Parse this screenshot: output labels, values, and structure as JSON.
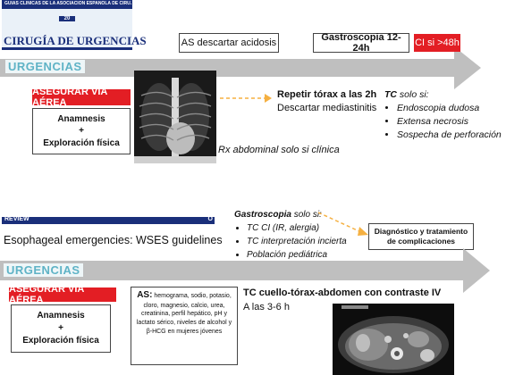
{
  "colors": {
    "red": "#e31e24",
    "arrow_gray": "#bfbfbf",
    "urgencias_teal": "#5fb3c6",
    "navy": "#1a2f7a"
  },
  "top": {
    "journal_header": "GUÍAS CLÍNICAS DE LA ASOCIACIÓN ESPAÑOLA DE CIRUJANOS",
    "journal_number": "20",
    "journal_title": "CIRUGÍA DE URGENCIAS",
    "as_box": "AS descartar acidosis",
    "gastro_box": "Gastroscopia 12-24h",
    "ci_badge": "CI si >48h",
    "urgencias": "URGENCIAS",
    "airway": "ASEGURAR VÍA AÉREA",
    "anamnesis": {
      "line1": "Anamnesis",
      "line2": "+",
      "line3": "Exploración física"
    },
    "repeat_title": "Repetir tórax a las 2h",
    "repeat_sub": "Descartar mediastinitis",
    "rx_note": "Rx abdominal solo si clínica",
    "tc_title_bold": "TC",
    "tc_title_rest": " solo si:",
    "tc_items": [
      "Endoscopia dudosa",
      "Extensa necrosis",
      "Sospecha de perforación"
    ]
  },
  "bottom": {
    "review_label": "REVIEW",
    "review_suffix": "O",
    "guideline_title": "Esophageal emergencies: WSES guidelines",
    "gastro_title_bold": "Gastroscopia",
    "gastro_title_rest": " solo si:",
    "gastro_items": [
      "TC CI (IR, alergia)",
      "TC interpretación incierta",
      "Población pediátrica"
    ],
    "dx_box": "Diagnóstico y tratamiento de complicaciones",
    "urgencias": "URGENCIAS",
    "airway": "ASEGURAR VÍA AÉREA",
    "anamnesis": {
      "line1": "Anamnesis",
      "line2": "+",
      "line3": "Exploración física"
    },
    "as_label": "AS:",
    "as_text": "hemograma, sodio, potasio, cloro, magnesio, calcio, urea, creatinina, perfil hepático, pH y lactato sérico, niveles de alcohol y β-HCG en mujeres jóvenes",
    "tc_title": "TC cuello-tórax-abdomen con contraste IV",
    "tc_sub": "A las 3-6 h"
  }
}
